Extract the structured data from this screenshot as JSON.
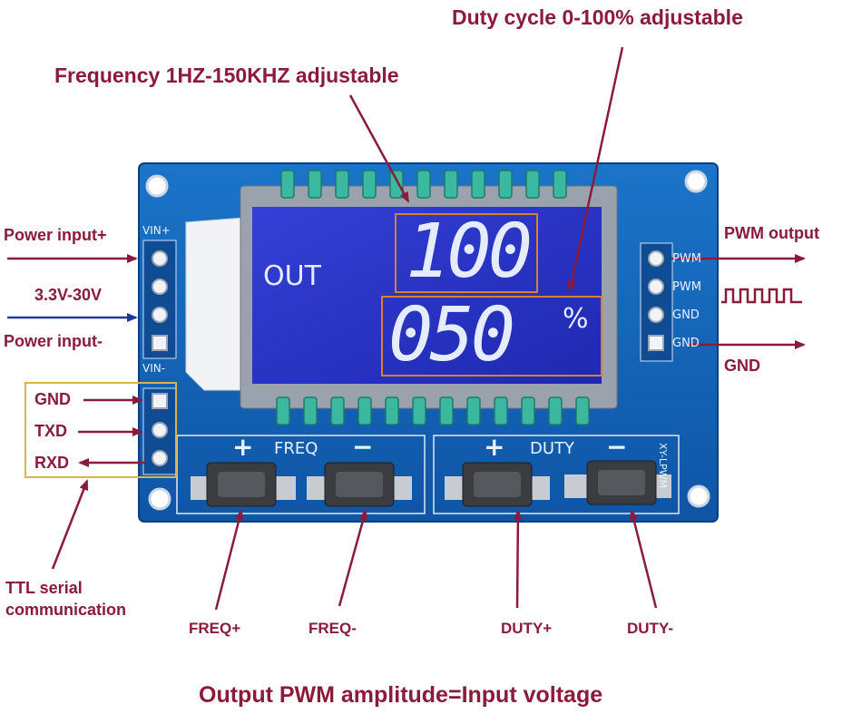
{
  "labels": {
    "duty_cycle_title": "Duty cycle 0-100%  adjustable",
    "frequency_title": "Frequency 1HZ-150KHZ adjustable",
    "power_input_plus": "Power input+",
    "voltage_range": "3.3V-30V",
    "power_input_minus": "Power input-",
    "gnd_left": "GND",
    "txd": "TXD",
    "rxd": "RXD",
    "ttl_serial_line1": "TTL serial",
    "ttl_serial_line2": "communication",
    "pwm_output": "PWM output",
    "gnd_right": "GND",
    "freq_plus": "FREQ+",
    "freq_minus": "FREQ-",
    "duty_plus": "DUTY+",
    "duty_minus": "DUTY-",
    "bottom_caption": "Output PWM amplitude=Input voltage"
  },
  "board": {
    "vin_plus": "VIN+",
    "vin_minus": "VIN-",
    "pin_pwm1": "PWM",
    "pin_pwm2": "PWM",
    "pin_gnd1": "GND",
    "pin_gnd2": "GND",
    "freq_group": "FREQ",
    "duty_group": "DUTY",
    "plus_sign": "+",
    "minus_sign": "−",
    "model": "XY-LPWM"
  },
  "display": {
    "mode": "OUT",
    "frequency_value": "100",
    "duty_value": "050",
    "percent_sign": "%"
  },
  "colors": {
    "annotation": "#8b1b3a",
    "pcb": "#1565b8",
    "lcd": "#2a33c8",
    "segment": "#e6ecff",
    "highlight_box": "#d9802e"
  }
}
